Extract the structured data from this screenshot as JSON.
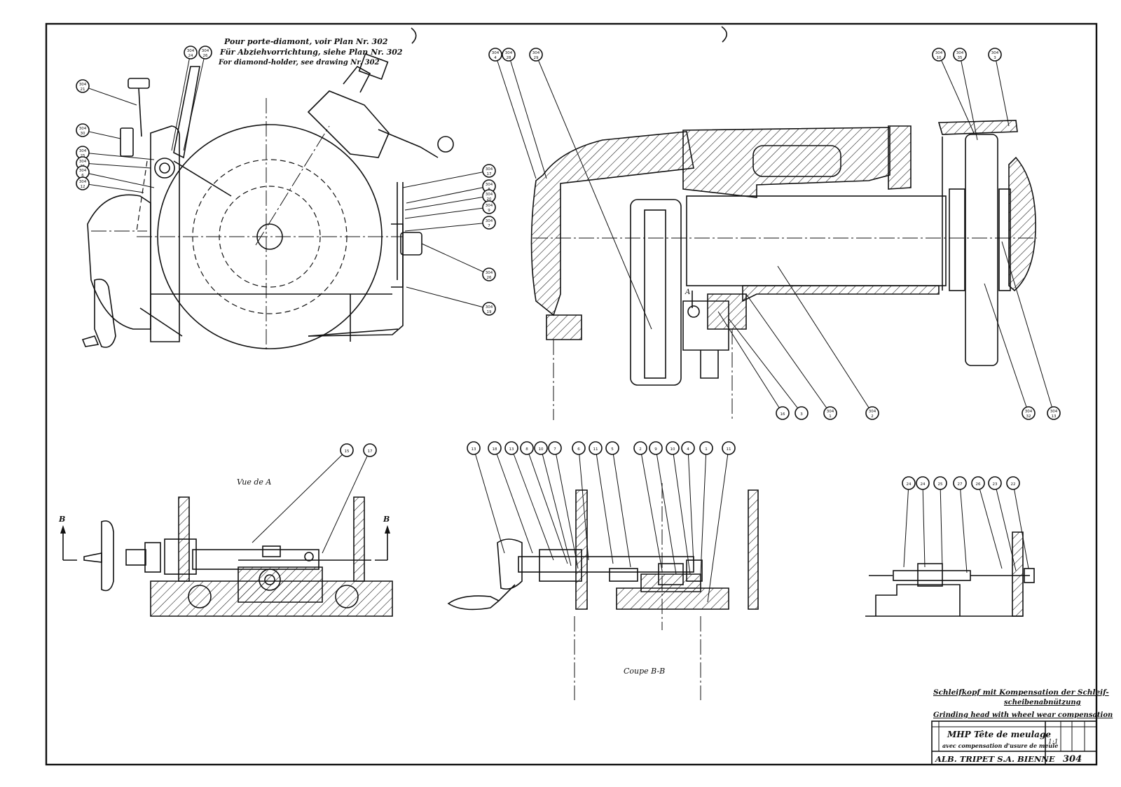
{
  "notes": {
    "line1": "Pour porte-diamont, voir Plan Nr. 302",
    "line2": "Für Abziehvorrichtung, siehe Plan Nr. 302",
    "line3": "For diamond-holder, see drawing Nr. 302"
  },
  "views": {
    "view_a": "Vue de A",
    "section_bb": "Coupe B-B",
    "mark_a": "A",
    "mark_b": "B"
  },
  "balloons": {
    "topleft": [
      {
        "ref": "304",
        "num": "21"
      },
      {
        "ref": "304",
        "num": "30"
      },
      {
        "ref": "304",
        "num": "25"
      },
      {
        "ref": "304",
        "num": "31"
      },
      {
        "ref": "304",
        "num": "6"
      },
      {
        "ref": "304",
        "num": "12"
      },
      {
        "ref": "304",
        "num": "24"
      },
      {
        "ref": "304",
        "num": "26"
      }
    ],
    "topright_side": [
      {
        "ref": "304",
        "num": "17"
      },
      {
        "ref": "304",
        "num": "8"
      },
      {
        "ref": "304",
        "num": "20"
      },
      {
        "ref": "304",
        "num": "9"
      },
      {
        "ref": "304",
        "num": "7"
      },
      {
        "ref": "304",
        "num": "26"
      },
      {
        "ref": "304",
        "num": "19"
      }
    ],
    "section_top": [
      {
        "ref": "304",
        "num": "4"
      },
      {
        "ref": "304",
        "num": "28"
      },
      {
        "ref": "304",
        "num": "29"
      },
      {
        "ref": "304",
        "num": "10"
      },
      {
        "ref": "304",
        "num": "35"
      },
      {
        "ref": "304",
        "num": "3"
      }
    ],
    "section_bottom": [
      {
        "ref": "",
        "num": "16"
      },
      {
        "ref": "",
        "num": "3"
      },
      {
        "ref": "304",
        "num": "1"
      },
      {
        "ref": "304",
        "num": "2"
      },
      {
        "ref": "304",
        "num": "32"
      },
      {
        "ref": "304",
        "num": "13"
      }
    ],
    "view_a": [
      "15",
      "17"
    ],
    "section_bb": [
      "13",
      "18",
      "13",
      "8",
      "10",
      "7",
      "6",
      "11",
      "5",
      "2",
      "9",
      "10",
      "4",
      "1",
      "11"
    ],
    "detail": [
      "24",
      "24",
      "25",
      "27",
      "26",
      "23",
      "22"
    ]
  },
  "title_block": {
    "title_de_1": "Schleifkopf mit Kompensation der Schleif-",
    "title_de_2": "scheibenabnützung",
    "title_en": "Grinding head with wheel wear compensation",
    "title_fr_1": "MHP Tête de meulage",
    "title_fr_2": "avec compensation d'usure de meule",
    "scale": "1:1",
    "company": "ALB. TRIPET S.A. BIENNE",
    "drawing_number": "304"
  },
  "colors": {
    "ink": "#111111",
    "paper": "#ffffff"
  }
}
